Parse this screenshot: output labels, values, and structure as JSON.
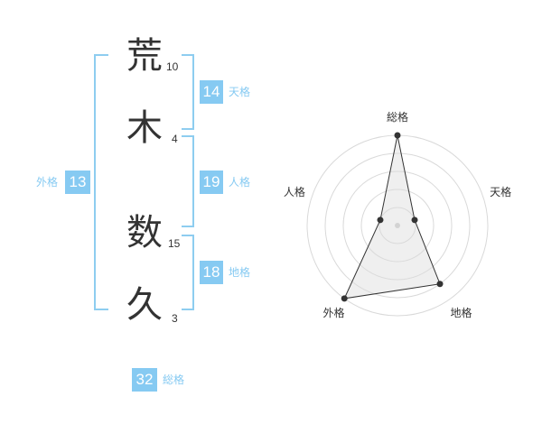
{
  "name": {
    "chars": [
      {
        "char": "荒",
        "strokes": "10"
      },
      {
        "char": "木",
        "strokes": "4"
      },
      {
        "char": "数",
        "strokes": "15"
      },
      {
        "char": "久",
        "strokes": "3"
      }
    ]
  },
  "scores": {
    "tenkaku": {
      "value": "14",
      "label": "天格"
    },
    "jinkaku": {
      "value": "19",
      "label": "人格"
    },
    "chikaku": {
      "value": "18",
      "label": "地格"
    },
    "gaikaku": {
      "value": "13",
      "label": "外格"
    },
    "soukaku": {
      "value": "32",
      "label": "総格"
    }
  },
  "colors": {
    "accent": "#86caf2",
    "bracket": "#8ecdf0",
    "text": "#333333"
  },
  "chart_data": {
    "type": "radar",
    "axes": [
      "総格",
      "天格",
      "地格",
      "外格",
      "人格"
    ],
    "values": [
      5,
      1,
      4,
      5,
      1
    ],
    "max": 5,
    "rings": 5
  }
}
